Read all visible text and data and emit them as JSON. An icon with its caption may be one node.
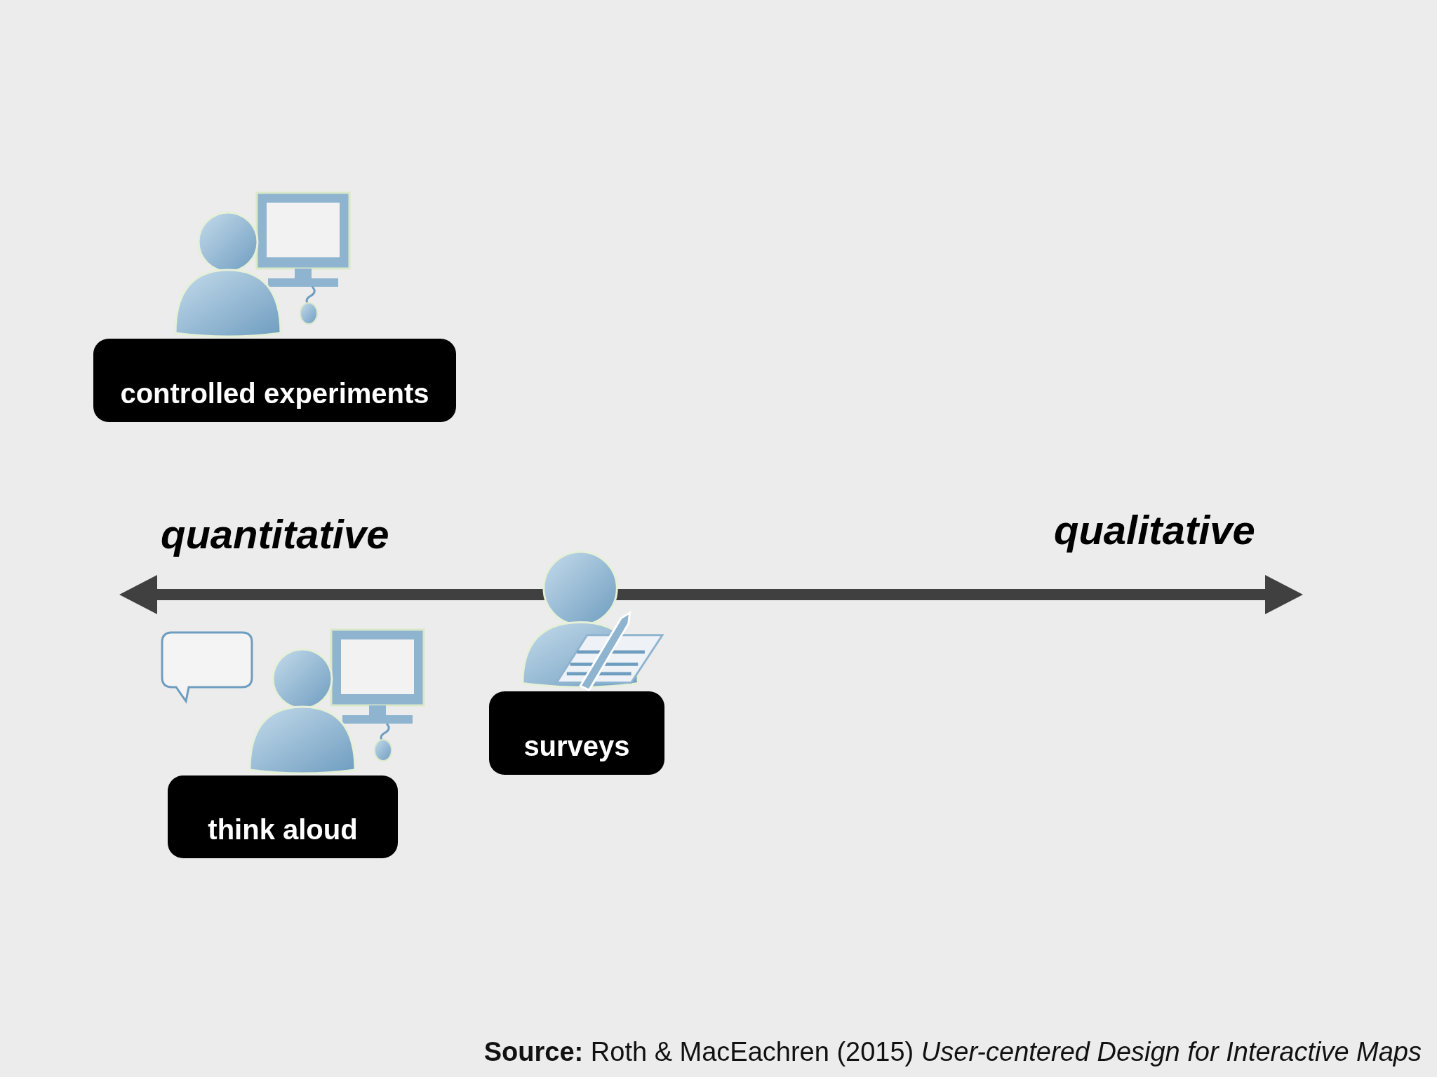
{
  "diagram": {
    "caption": "**Source:** Roth & MacEachren (2015) *User-centered Design for Interactive Maps*",
    "nodes": [
      {
        "text": [
          "controlled experiments"
        ]
      },
      {
        "text": [
          "surveys"
        ]
      },
      {
        "text": [
          "think aloud"
        ]
      }
    ],
    "edges": [],
    "labels": [
      "quantitative",
      "qualitative"
    ]
  }
}
